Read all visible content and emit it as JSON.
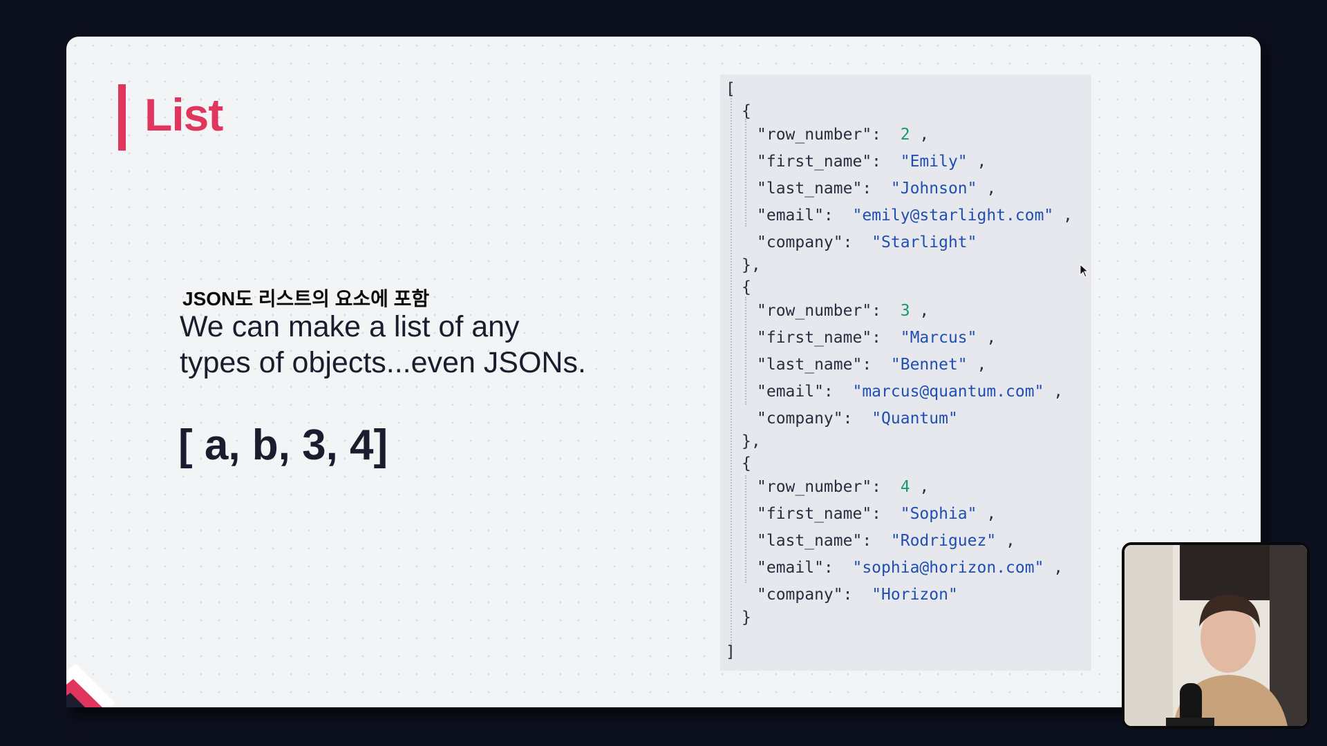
{
  "slide": {
    "title": "List",
    "subtitle_ko": "JSON도 리스트의 요소에 포함",
    "description_line1": "We can make a list of any",
    "description_line2": "types of objects...even JSONs.",
    "example": "[ a, b, 3, 4]"
  },
  "code": {
    "open_bracket": "[",
    "close_bracket": "]",
    "records": [
      {
        "row_number": "2",
        "first_name": "\"Emily\"",
        "last_name": "\"Johnson\"",
        "email": "\"emily@starlight.com\"",
        "company": "\"Starlight\""
      },
      {
        "row_number": "3",
        "first_name": "\"Marcus\"",
        "last_name": "\"Bennet\"",
        "email": "\"marcus@quantum.com\"",
        "company": "\"Quantum\""
      },
      {
        "row_number": "4",
        "first_name": "\"Sophia\"",
        "last_name": "\"Rodriguez\"",
        "email": "\"sophia@horizon.com\"",
        "company": "\"Horizon\""
      }
    ],
    "keys": {
      "row_number": "\"row_number\":",
      "first_name": "\"first_name\":",
      "last_name": "\"last_name\":",
      "email": "\"email\":",
      "company": "\"company\":"
    }
  },
  "colors": {
    "accent": "#e0365e",
    "number": "#179a6a",
    "string": "#1f4fb0",
    "background": "#0c0f1d"
  }
}
